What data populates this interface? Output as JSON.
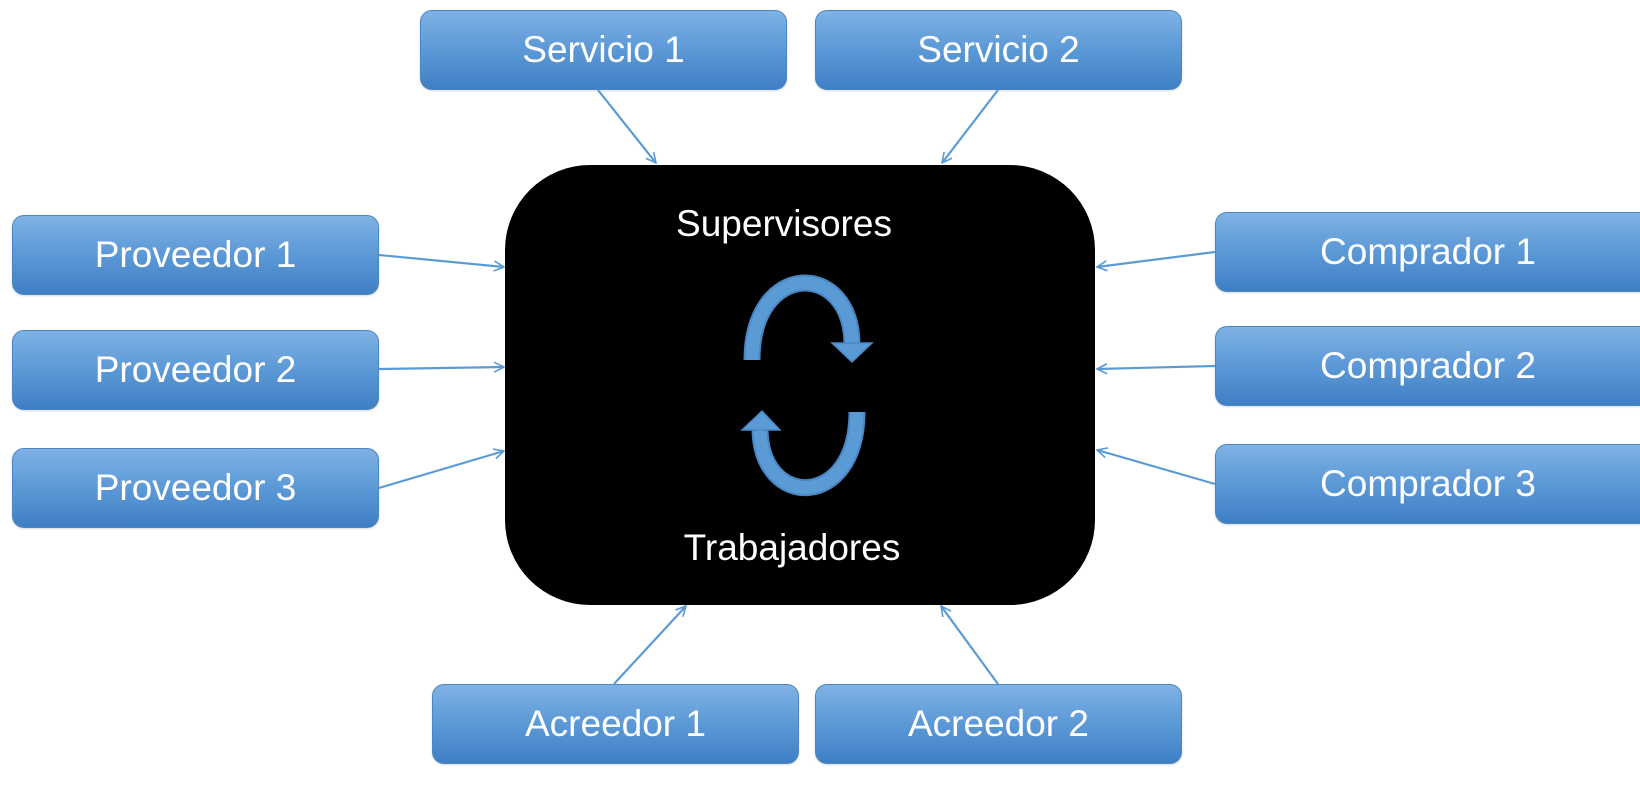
{
  "center": {
    "top_label": "Supervisores",
    "bottom_label": "Trabajadores"
  },
  "services": [
    {
      "label": "Servicio 1"
    },
    {
      "label": "Servicio 2"
    }
  ],
  "providers": [
    {
      "label": "Proveedor 1"
    },
    {
      "label": "Proveedor 2"
    },
    {
      "label": "Proveedor 3"
    }
  ],
  "buyers": [
    {
      "label": "Comprador 1"
    },
    {
      "label": "Comprador 2"
    },
    {
      "label": "Comprador 3"
    }
  ],
  "creditors": [
    {
      "label": "Acreedor 1"
    },
    {
      "label": "Acreedor 2"
    }
  ],
  "colors": {
    "node_fill": "#5f9bd8",
    "connector": "#5b9bd5",
    "center_fill": "#000000",
    "cycle_arrow": "#5b9bd5"
  }
}
